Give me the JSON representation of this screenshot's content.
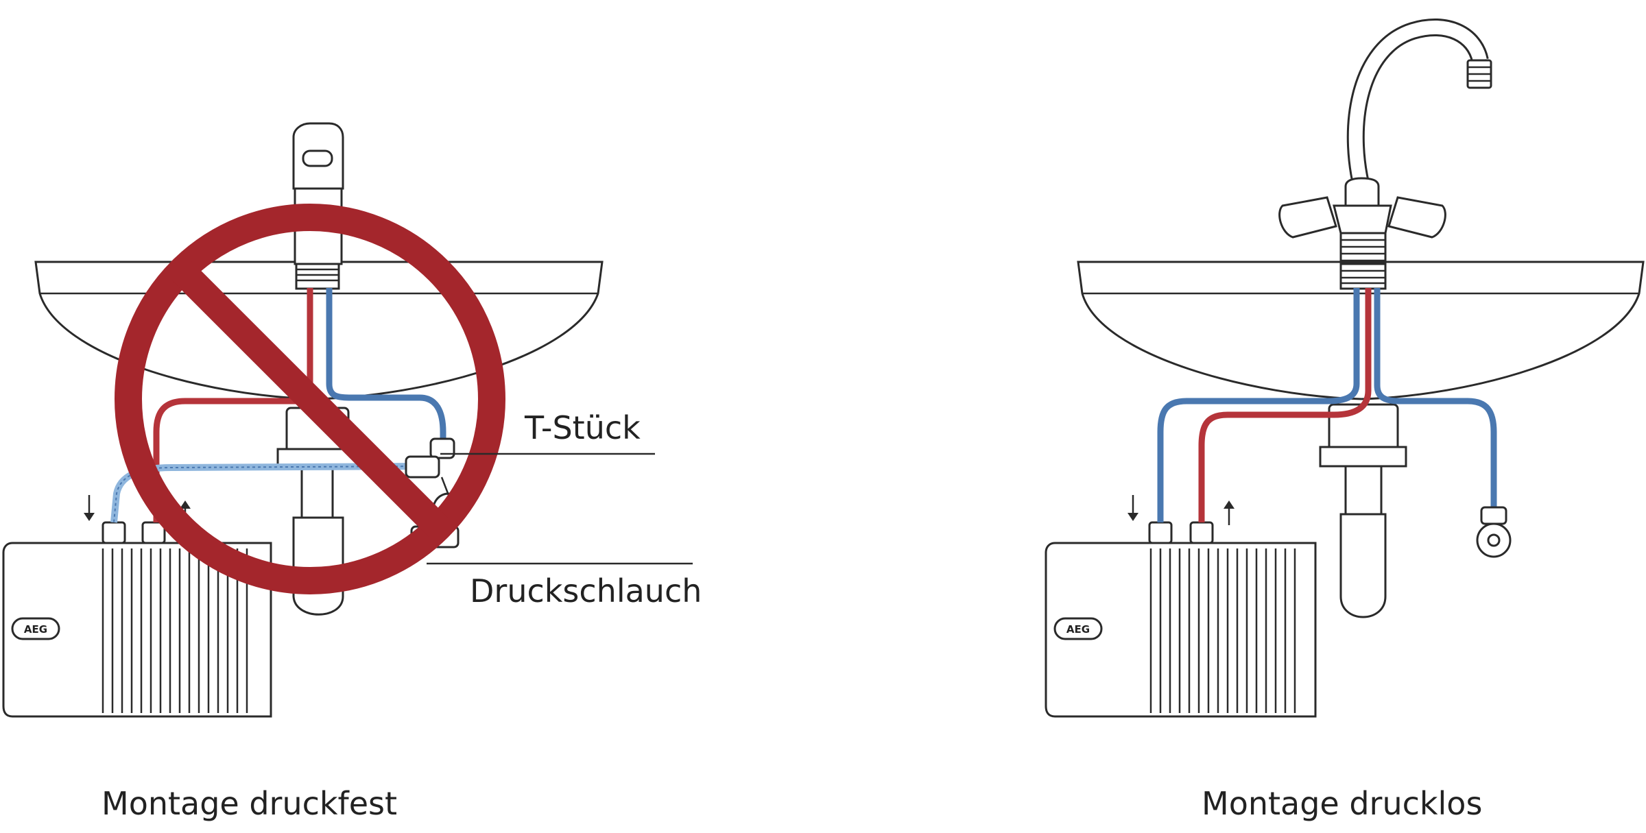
{
  "left_panel": {
    "caption": "Montage druckfest",
    "label_tee": "T-Stück",
    "label_hose": "Druckschlauch",
    "brand": "AEG",
    "prohibited": true
  },
  "right_panel": {
    "caption": "Montage drucklos",
    "brand": "AEG"
  },
  "colors": {
    "hot_pipe": "#b5343a",
    "cold_pipe": "#4a78b0",
    "pressure_hose": "#8fb6dd",
    "prohibition_sign": "#a4262c",
    "line": "#2a2a2a"
  }
}
